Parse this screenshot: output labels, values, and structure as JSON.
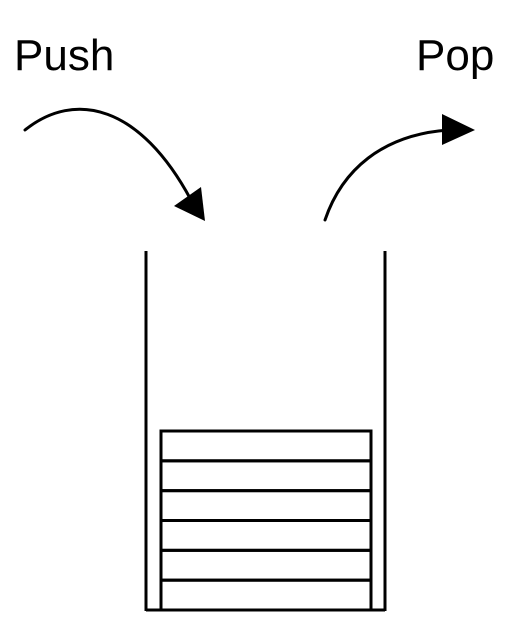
{
  "labels": {
    "push": "Push",
    "pop": "Pop"
  },
  "stack": {
    "item_count": 6
  },
  "colors": {
    "stroke": "#000000",
    "background": "#ffffff"
  }
}
